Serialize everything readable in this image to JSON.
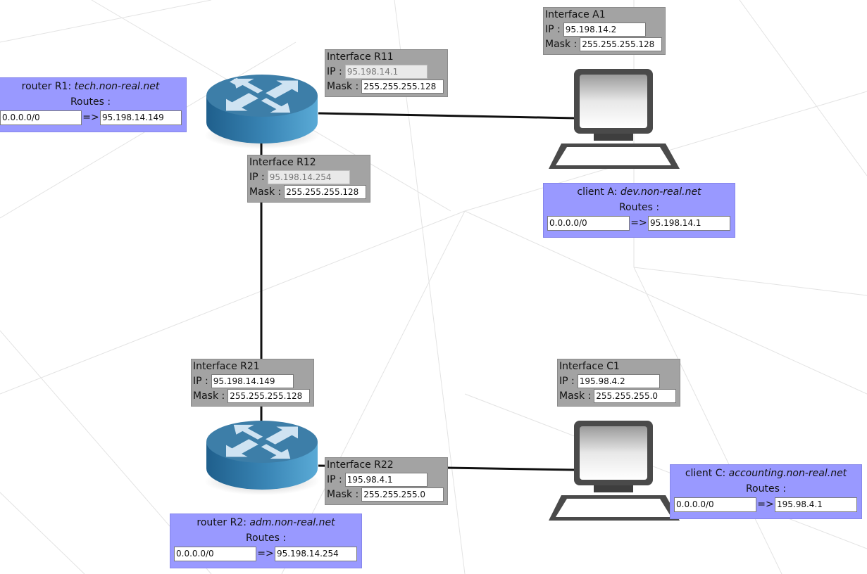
{
  "colors": {
    "router_top": "#3f7faa",
    "router_side": "#2a6f9c",
    "interface_box": "#a3a3a3",
    "routes_box": "#9999ff",
    "link": "#111111"
  },
  "routers": [
    {
      "id": "R1",
      "icon": "router-icon",
      "label": {
        "prefix": "router R1:",
        "domain": "tech.non-real.net",
        "routes_label": "Routes :"
      },
      "routes": [
        {
          "dest": "0.0.0.0/0",
          "arrow": "=>",
          "gateway": "95.198.14.149"
        }
      ],
      "interfaces": [
        {
          "title": "Interface R11",
          "ip_label": "IP :",
          "ip": "95.198.14.1",
          "mask_label": "Mask :",
          "mask": "255.255.255.128",
          "ip_editable": false
        },
        {
          "title": "Interface R12",
          "ip_label": "IP :",
          "ip": "95.198.14.254",
          "mask_label": "Mask :",
          "mask": "255.255.255.128",
          "ip_editable": false
        }
      ]
    },
    {
      "id": "R2",
      "icon": "router-icon",
      "label": {
        "prefix": "router R2:",
        "domain": "adm.non-real.net",
        "routes_label": "Routes :"
      },
      "routes": [
        {
          "dest": "0.0.0.0/0",
          "arrow": "=>",
          "gateway": "95.198.14.254"
        }
      ],
      "interfaces": [
        {
          "title": "Interface R21",
          "ip_label": "IP :",
          "ip": "95.198.14.149",
          "mask_label": "Mask :",
          "mask": "255.255.255.128",
          "ip_editable": true
        },
        {
          "title": "Interface R22",
          "ip_label": "IP :",
          "ip": "195.98.4.1",
          "mask_label": "Mask :",
          "mask": "255.255.255.0",
          "ip_editable": true
        }
      ]
    }
  ],
  "clients": [
    {
      "id": "A",
      "icon": "computer-icon",
      "label": {
        "prefix": "client A:",
        "domain": "dev.non-real.net",
        "routes_label": "Routes :"
      },
      "routes": [
        {
          "dest": "0.0.0.0/0",
          "arrow": "=>",
          "gateway": "95.198.14.1"
        }
      ],
      "interfaces": [
        {
          "title": "Interface A1",
          "ip_label": "IP :",
          "ip": "95.198.14.2",
          "mask_label": "Mask :",
          "mask": "255.255.255.128",
          "ip_editable": true
        }
      ]
    },
    {
      "id": "C",
      "icon": "computer-icon",
      "label": {
        "prefix": "client C:",
        "domain": "accounting.non-real.net",
        "routes_label": "Routes :"
      },
      "routes": [
        {
          "dest": "0.0.0.0/0",
          "arrow": "=>",
          "gateway": "195.98.4.1"
        }
      ],
      "interfaces": [
        {
          "title": "Interface C1",
          "ip_label": "IP :",
          "ip": "195.98.4.2",
          "mask_label": "Mask :",
          "mask": "255.255.255.0",
          "ip_editable": true
        }
      ]
    }
  ],
  "links": [
    {
      "from": "Interface R11",
      "to": "Interface A1"
    },
    {
      "from": "Interface R12",
      "to": "Interface R21"
    },
    {
      "from": "Interface R22",
      "to": "Interface C1"
    }
  ]
}
